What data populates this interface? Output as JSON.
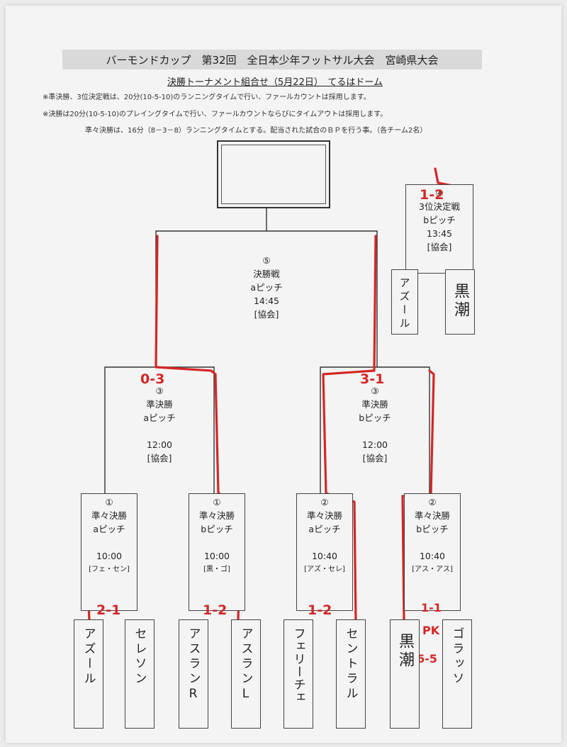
{
  "header": {
    "title": "バーモンドカップ　第32回　全日本少年フットサル大会　宮崎県大会",
    "subtitle": "決勝トーナメント組合せ（5月22日）　てるはドーム"
  },
  "notes": [
    "※準決勝、3位決定戦は、20分(10-5-10)のランニングタイムで行い、ファールカウントは採用します。",
    "※決勝は20分(10-5-10)のプレイングタイムで行い、ファールカウントならびにタイムアウトは採用します。",
    "準々決勝は、16分（8－3－8）ランニングタイムとする。配当された試合のＢＰを行う事。（各チーム2名）"
  ],
  "final": {
    "num": "⑤",
    "name": "決勝戦",
    "pitch": "aピッチ",
    "time": "14:45",
    "ref": "[協会]"
  },
  "third_place": {
    "num": "④",
    "name": "3位決定戦",
    "pitch": "bピッチ",
    "time": "13:45",
    "ref": "[協会]",
    "teams": [
      "アズール",
      "黒潮"
    ],
    "score": "1-2"
  },
  "semis": [
    {
      "num": "③",
      "name": "準決勝",
      "pitch": "aピッチ",
      "time": "12:00",
      "ref": "[協会]",
      "score": "0-3"
    },
    {
      "num": "③",
      "name": "準決勝",
      "pitch": "bピッチ",
      "time": "12:00",
      "ref": "[協会]",
      "score": "3-1"
    }
  ],
  "quarters": [
    {
      "num": "①",
      "name": "準々決勝",
      "pitch": "aピッチ",
      "time": "10:00",
      "ref": "[フェ・セン]",
      "score": "2-1"
    },
    {
      "num": "①",
      "name": "準々決勝",
      "pitch": "bピッチ",
      "time": "10:00",
      "ref": "[黒・ゴ]",
      "score": "1-2"
    },
    {
      "num": "②",
      "name": "準々決勝",
      "pitch": "aピッチ",
      "time": "10:40",
      "ref": "[アズ・セレ]",
      "score": "1-2"
    },
    {
      "num": "②",
      "name": "準々決勝",
      "pitch": "bピッチ",
      "time": "10:40",
      "ref": "[アス・アス]",
      "score": "1-1"
    }
  ],
  "pk": {
    "label": "PK",
    "score": "6-5"
  },
  "teams": [
    "アズール",
    "セレソン",
    "アスランR",
    "アスランL",
    "フェリーチェ",
    "セントラル",
    "黒潮",
    "ゴラッソ"
  ],
  "colors": {
    "winner_line": "#d42626",
    "line": "#333333",
    "paper": "#f4f4f4"
  }
}
